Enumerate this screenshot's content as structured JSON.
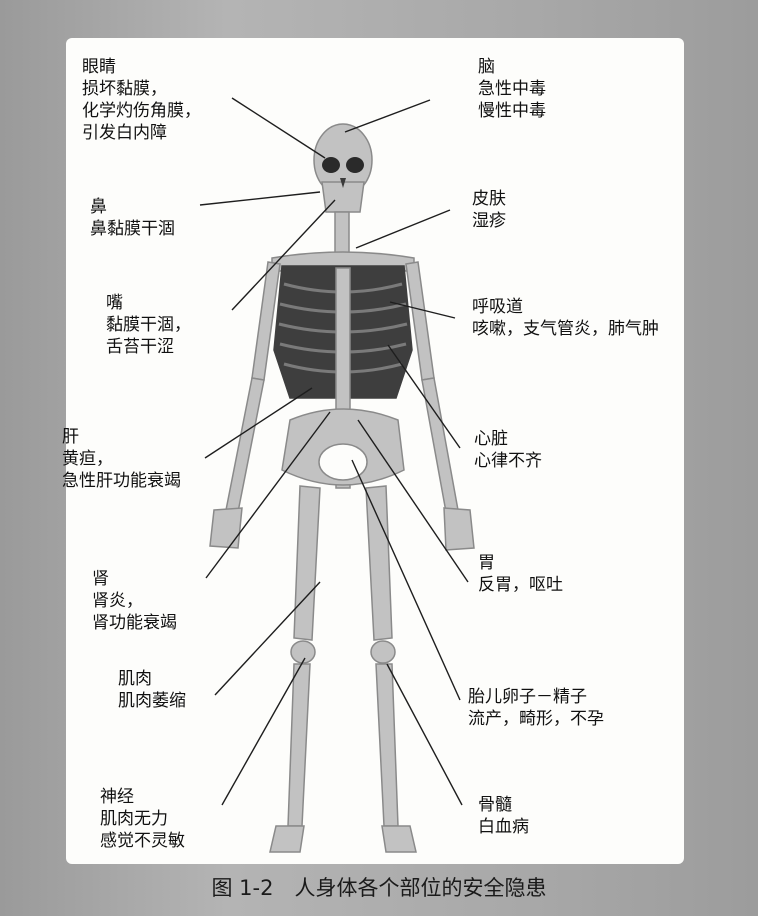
{
  "caption": "图 1-2　人身体各个部位的安全隐患",
  "labels": {
    "eyes": {
      "title": "眼睛",
      "lines": [
        "损坏黏膜，",
        "化学灼伤角膜，",
        "引发白内障"
      ]
    },
    "nose": {
      "title": "鼻",
      "lines": [
        "鼻黏膜干涸"
      ]
    },
    "mouth": {
      "title": "嘴",
      "lines": [
        "黏膜干涸，",
        "舌苔干涩"
      ]
    },
    "liver": {
      "title": "肝",
      "lines": [
        "黄疸，",
        "急性肝功能衰竭"
      ]
    },
    "kidney": {
      "title": "肾",
      "lines": [
        "肾炎，",
        "肾功能衰竭"
      ]
    },
    "muscle": {
      "title": "肌肉",
      "lines": [
        "肌肉萎缩"
      ]
    },
    "nerve": {
      "title": "神经",
      "lines": [
        "肌肉无力",
        "感觉不灵敏"
      ]
    },
    "brain": {
      "title": "脑",
      "lines": [
        "急性中毒",
        "慢性中毒"
      ]
    },
    "skin": {
      "title": "皮肤",
      "lines": [
        "湿疹"
      ]
    },
    "respiratory": {
      "title": "呼吸道",
      "lines": [
        "咳嗽，支气管炎，肺气肿"
      ]
    },
    "heart": {
      "title": "心脏",
      "lines": [
        "心律不齐"
      ]
    },
    "stomach": {
      "title": "胃",
      "lines": [
        "反胃，呕吐"
      ]
    },
    "reproductive": {
      "title": "胎儿卵子－精子",
      "lines": [
        "流产，畸形，不孕"
      ]
    },
    "marrow": {
      "title": "骨髓",
      "lines": [
        "白血病"
      ]
    }
  },
  "colors": {
    "bone": "#c2c2c2",
    "bone_edge": "#8a8a8a",
    "ribcage": "#3e3e3e",
    "leader": "#1e1e1e"
  }
}
